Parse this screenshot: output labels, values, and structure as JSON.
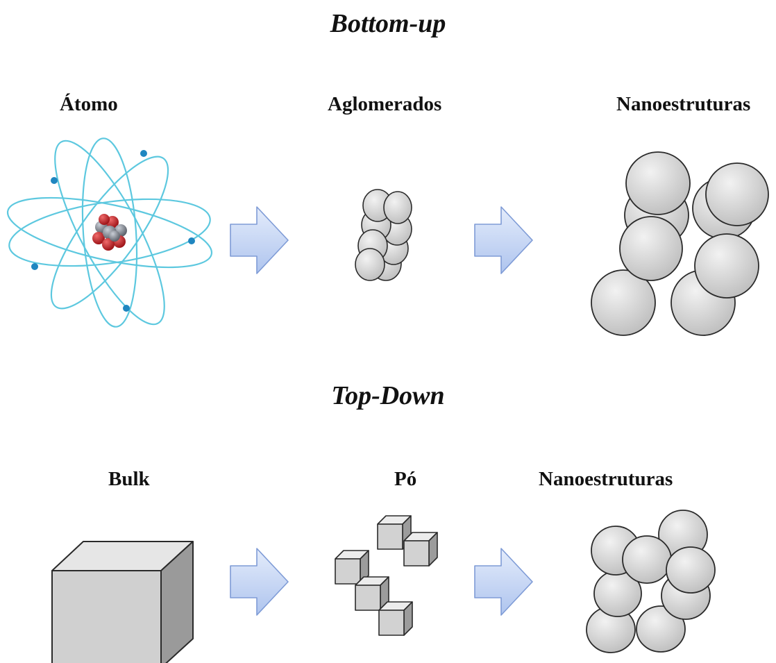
{
  "bottom_up": {
    "title": "Bottom-up",
    "stages": [
      "Átomo",
      "Aglomerados",
      "Nanoestruturas"
    ]
  },
  "top_down": {
    "title": "Top-Down",
    "stages": [
      "Bulk",
      "Pó",
      "Nanoestruturas"
    ]
  },
  "colors": {
    "orbit": "#4cc3dc",
    "electron": "#1f86c0",
    "sphere_fill": "#d9d9d9",
    "outline": "#2a2a2a",
    "arrow_fill": "#c9d9f6",
    "arrow_stroke": "#7e9bd6",
    "nucleus_red": "#c0262a",
    "nucleus_grey": "#8a8f98"
  },
  "icons": [
    "atom-icon",
    "arrow-right-icon",
    "sphere-cluster-icon",
    "cube-icon",
    "powder-cubes-icon"
  ]
}
